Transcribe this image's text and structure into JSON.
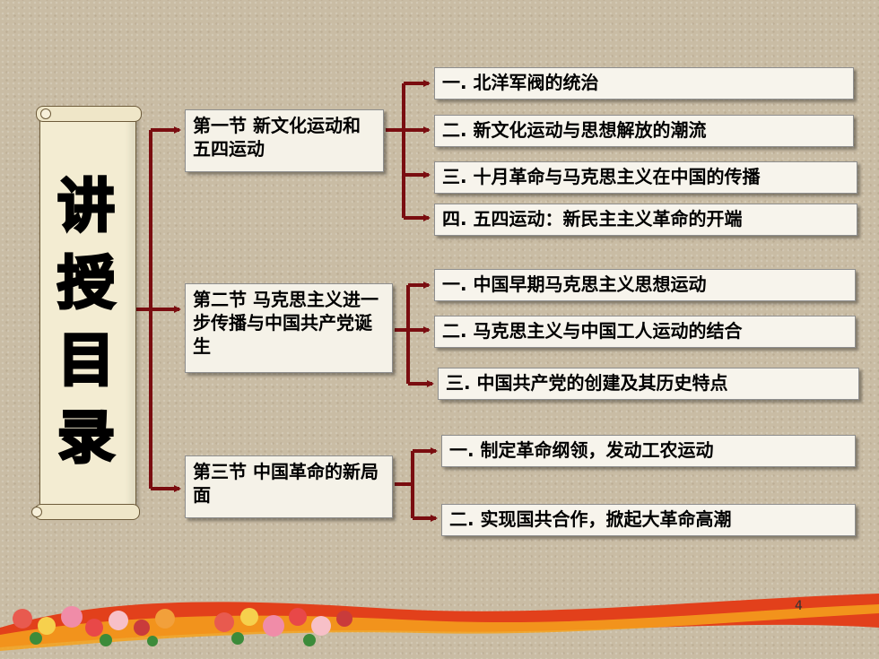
{
  "scroll": {
    "title": "讲授目录"
  },
  "sections": [
    {
      "label": "第一节  新文化运动和五四运动",
      "items": [
        "一. 北洋军阀的统治",
        "二.  新文化运动与思想解放的潮流",
        "三.  十月革命与马克思主义在中国的传播",
        "四.  五四运动：新民主主义革命的开端"
      ]
    },
    {
      "label": "第二节  马克思主义进一步传播与中国共产党诞生",
      "items": [
        "一. 中国早期马克思主义思想运动",
        "二. 马克思主义与中国工人运动的结合",
        "三.  中国共产党的创建及其历史特点"
      ]
    },
    {
      "label": "第三节  中国革命的新局面",
      "items": [
        "一. 制定革命纲领，发动工农运动",
        "二. 实现国共合作，掀起大革命高潮"
      ]
    }
  ],
  "page_number": "4",
  "colors": {
    "connector": "#7a0d10",
    "background": "#c9bca4",
    "banner_red": "#e2401b",
    "banner_orange": "#f4a21c"
  }
}
